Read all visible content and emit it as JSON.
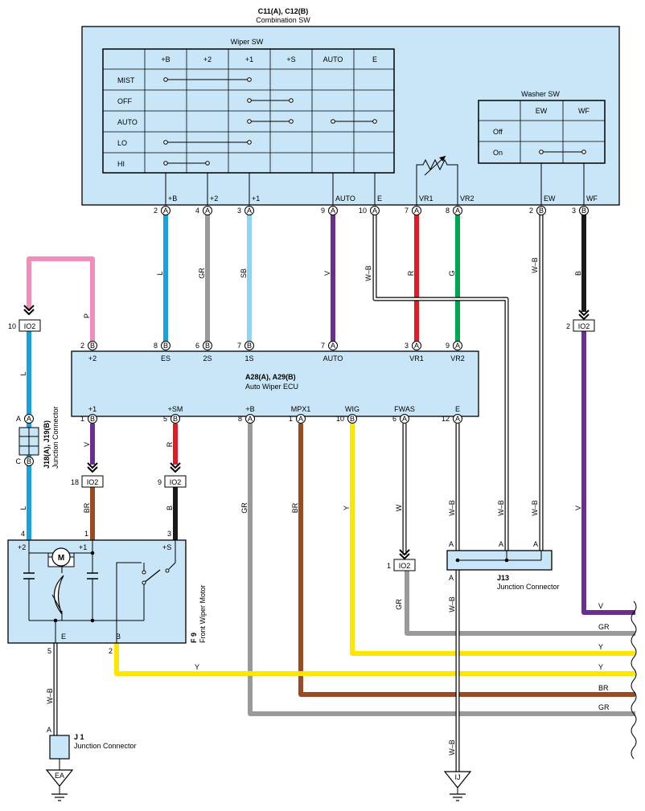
{
  "combination_sw": {
    "id": "C11(A), C12(B)",
    "name": "Combination SW"
  },
  "wiper_sw": {
    "title": "Wiper SW",
    "columns": [
      "+B",
      "+2",
      "+1",
      "+S",
      "AUTO",
      "E"
    ],
    "rows": [
      "MIST",
      "OFF",
      "AUTO",
      "LO",
      "HI"
    ]
  },
  "washer_sw": {
    "title": "Washer SW",
    "columns": [
      "EW",
      "WF"
    ],
    "rows": [
      "Off",
      "On"
    ]
  },
  "combo_pins": [
    {
      "name": "+B",
      "num": "2",
      "conn": "A"
    },
    {
      "name": "+2",
      "num": "4",
      "conn": "A"
    },
    {
      "name": "+1",
      "num": "3",
      "conn": "A"
    },
    {
      "name": "AUTO",
      "num": "9",
      "conn": "A"
    },
    {
      "name": "E",
      "num": "10",
      "conn": "A"
    },
    {
      "name": "VR1",
      "num": "7",
      "conn": "A"
    },
    {
      "name": "VR2",
      "num": "8",
      "conn": "A"
    },
    {
      "name": "EW",
      "num": "2",
      "conn": "B"
    },
    {
      "name": "WF",
      "num": "3",
      "conn": "B"
    }
  ],
  "ecu": {
    "id": "A28(A), A29(B)",
    "name": "Auto Wiper ECU"
  },
  "ecu_top_pins": [
    {
      "name": "+2",
      "num": "2",
      "conn": "B"
    },
    {
      "name": "ES",
      "num": "8",
      "conn": "B"
    },
    {
      "name": "2S",
      "num": "6",
      "conn": "B"
    },
    {
      "name": "1S",
      "num": "7",
      "conn": "B"
    },
    {
      "name": "AUTO",
      "num": "7",
      "conn": "A"
    },
    {
      "name": "VR1",
      "num": "3",
      "conn": "A"
    },
    {
      "name": "VR2",
      "num": "9",
      "conn": "A"
    }
  ],
  "ecu_bottom_pins": [
    {
      "name": "+1",
      "num": "1",
      "conn": "B"
    },
    {
      "name": "+SM",
      "num": "5",
      "conn": "B"
    },
    {
      "name": "+B",
      "num": "8",
      "conn": "A"
    },
    {
      "name": "MPX1",
      "num": "1",
      "conn": "A"
    },
    {
      "name": "WIG",
      "num": "10",
      "conn": "B"
    },
    {
      "name": "FWAS",
      "num": "6",
      "conn": "A"
    },
    {
      "name": "E",
      "num": "12",
      "conn": "A"
    }
  ],
  "wire_colors": {
    "L": "#1aa0dc",
    "GR": "#9a9a9a",
    "SB": "#8fd3f5",
    "V": "#6a2d91",
    "R": "#e11b22",
    "G": "#00a651",
    "B": "#1a1a1a",
    "P": "#f08dbb",
    "BR": "#9c4a26",
    "Y": "#ffe600",
    "W": "#ffffff",
    "W-B": "#ffffff"
  },
  "wire_labels": {
    "L": "L",
    "GR": "GR",
    "SB": "SB",
    "V": "V",
    "WB": "W–B",
    "R": "R",
    "G": "G",
    "B": "B",
    "P": "P",
    "BR": "BR",
    "Y": "Y",
    "W": "W"
  },
  "io2": {
    "name": "IO2",
    "pins": [
      "10",
      "2",
      "18",
      "9",
      "1"
    ]
  },
  "j18": {
    "id": "J18(A), J19(B)",
    "name": "Junction Connector",
    "conn_top": "A",
    "conn_bottom": "C"
  },
  "conn_letters": {
    "A": "A",
    "B": "B"
  },
  "motor": {
    "id": "F 9",
    "name": "Front Wiper Motor",
    "symbol": "M",
    "terminals": [
      "+2",
      "+1",
      "+S",
      "E",
      "B"
    ],
    "pins": [
      "4",
      "1",
      "3",
      "5",
      "2"
    ]
  },
  "j13": {
    "id": "J13",
    "name": "Junction Connector",
    "conn": "A"
  },
  "j1": {
    "id": "J 1",
    "name": "Junction Connector",
    "conn": "A"
  },
  "grounds": [
    "EA",
    "IJ"
  ],
  "right_labels": [
    "V",
    "GR",
    "Y",
    "Y",
    "BR",
    "GR"
  ]
}
